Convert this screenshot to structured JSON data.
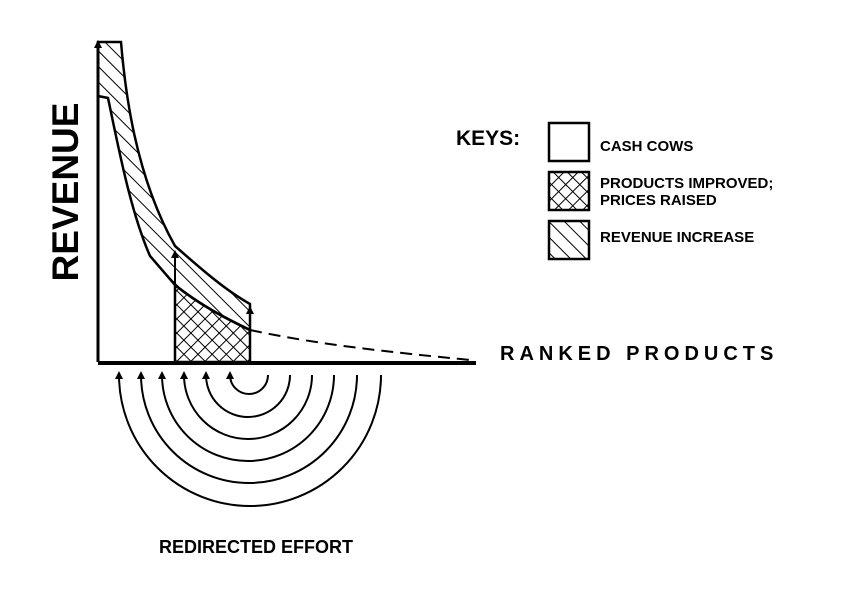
{
  "y_axis_label": "REVENUE",
  "x_axis_label": "RANKED PRODUCTS",
  "bottom_label": "REDIRECTED EFFORT",
  "legend": {
    "title": "KEYS:",
    "items": [
      {
        "pattern": "blank",
        "label_lines": [
          "CASH COWS"
        ]
      },
      {
        "pattern": "crosshatch",
        "label_lines": [
          "PRODUCTS IMPROVED;",
          "PRICES RAISED"
        ]
      },
      {
        "pattern": "diagonal-hatch",
        "label_lines": [
          "REVENUE INCREASE"
        ]
      }
    ]
  },
  "colors": {
    "ink": "#000000",
    "background": "#ffffff"
  }
}
